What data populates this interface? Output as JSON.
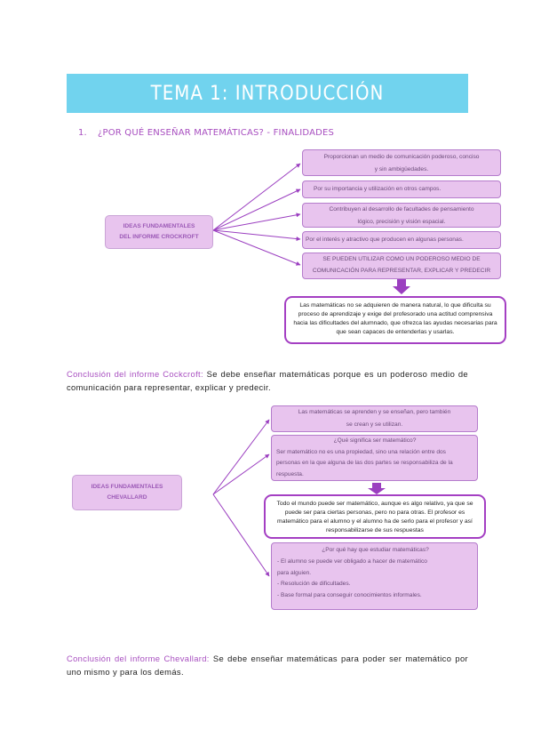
{
  "title": "TEMA 1: INTRODUCCIÓN",
  "section": {
    "number": "1.",
    "heading": "¿POR QUÉ ENSEÑAR MATEMÁTICAS? - FINALIDADES"
  },
  "cockroft": {
    "idea": [
      "IDEAS FUNDAMENTALES",
      "DEL INFORME CROCKROFT"
    ],
    "items": [
      [
        "Proporcionan un medio de comunicación poderoso, conciso",
        "y sin ambigüedades."
      ],
      [
        "Por su importancia y utilización en otros campos."
      ],
      [
        "Contribuyen al desarrollo de facultades de pensamiento",
        "lógico, precisión y visión espacial."
      ],
      [
        "Por el interés y atractivo que producen en algunas personas."
      ],
      [
        "SE PUEDEN UTILIZAR COMO UN PODEROSO MEDIO DE",
        "COMUNICACIÓN PARA REPRESENTAR, EXPLICAR Y PREDECIR"
      ]
    ],
    "note": "Las matemáticas no se adquieren de manera natural, lo que dificulta su proceso de aprendizaje y exige del profesorado una actitud comprensiva hacia las dificultades del alumnado, que ofrezca las ayudas necesarias para que sean capaces de entenderlas y usarlas.",
    "conclusion_label": "Conclusión del informe Cockcroft:",
    "conclusion_text": " Se debe enseñar matemáticas porque es un poderoso medio de comunicación para representar, explicar y predecir."
  },
  "chevallard": {
    "idea": [
      "IDEAS FUNDAMENTALES",
      "CHEVALLARD"
    ],
    "box1": [
      "Las matemáticas se aprenden y se enseñan, pero también",
      "se crean y se utilizan."
    ],
    "box2": [
      "¿Qué significa ser matemático?",
      "Ser matemático no es una propiedad, sino una relación entre dos",
      "personas en la que alguna de las dos partes se responsabiliza de la",
      "respuesta."
    ],
    "note": "Todo el mundo puede ser matemático, aunque es algo relativo, ya que se puede ser para ciertas personas, pero no para otras. El profesor es matemático para el alumno y el alumno ha de serlo para el profesor y así responsabilizarse de sus respuestas",
    "box3": [
      "¿Por qué hay que estudiar matemáticas?",
      "- El alumno se puede ver obligado a hacer de matemático",
      "para alguien.",
      "- Resolución de dificultades.",
      "- Base formal para conseguir conocimientos informales."
    ],
    "conclusion_label": "Conclusión del informe Chevallard:",
    "conclusion_text": " Se debe enseñar matemáticas para poder ser matemático por uno mismo y para los demás."
  },
  "colors": {
    "banner": "#71d3ee",
    "box": "#e8c4ee",
    "accent": "#a43fc3",
    "label": "#a84fc0"
  }
}
